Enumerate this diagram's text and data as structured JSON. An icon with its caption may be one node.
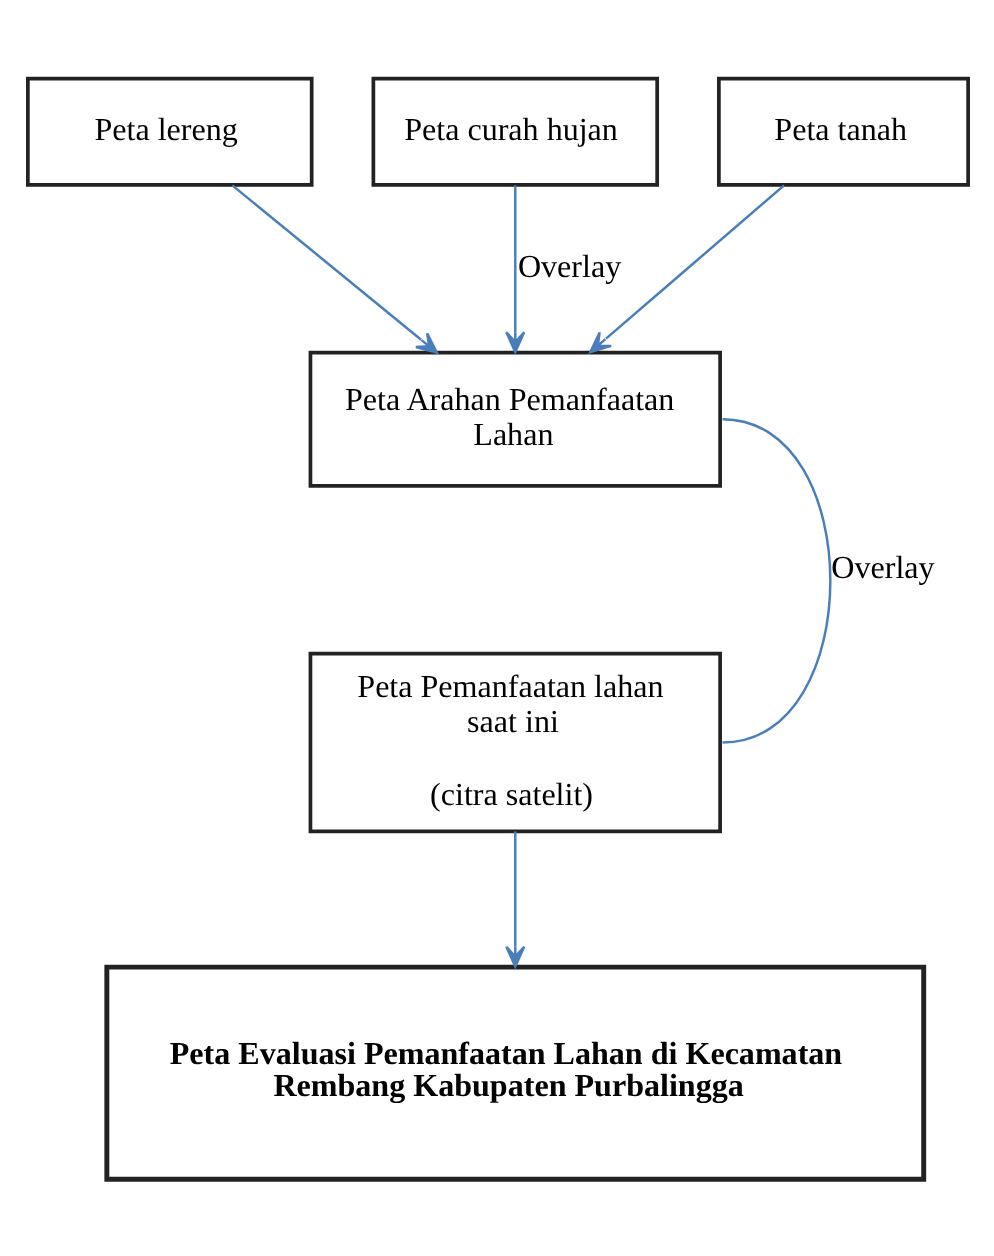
{
  "diagram": {
    "nodes": [
      {
        "text": [
          "Peta lereng"
        ]
      },
      {
        "text": [
          "Peta curah hujan"
        ]
      },
      {
        "text": [
          "Peta tanah"
        ]
      },
      {
        "text": [
          "Peta Arahan Pemanfaatan Lahan"
        ]
      },
      {
        "text": [
          "Peta Pemanfaatan lahan saat ini",
          "(citra satelit)"
        ]
      },
      {
        "text": [
          "Peta Evaluasi Pemanfaatan Lahan di Kecamatan Rembang Kabupaten Purbalingga"
        ]
      }
    ],
    "edges": [
      {
        "from": 0,
        "to": 3,
        "arrow": "to"
      },
      {
        "from": 1,
        "to": 3,
        "arrow": "to",
        "label": "Overlay"
      },
      {
        "from": 2,
        "to": 3,
        "arrow": "to"
      },
      {
        "from": 3,
        "to": 4,
        "arrow": "none",
        "label": "Overlay"
      },
      {
        "from": 4,
        "to": 5,
        "arrow": "to"
      }
    ]
  }
}
